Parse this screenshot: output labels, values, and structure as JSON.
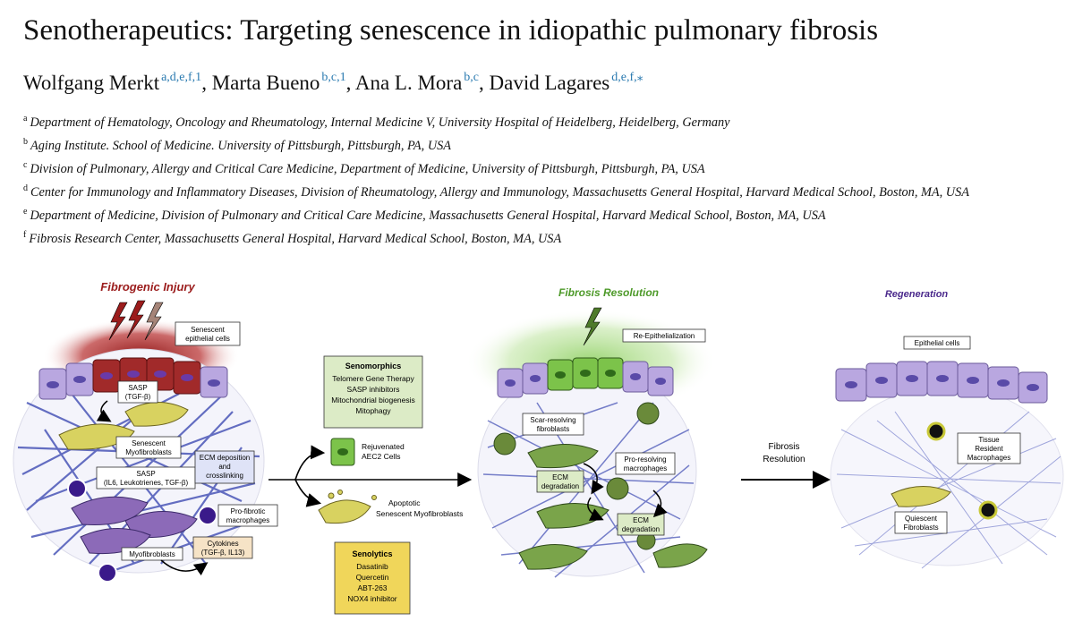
{
  "paper": {
    "title": "Senotherapeutics: Targeting senescence in idiopathic pulmonary fibrosis",
    "authors": [
      {
        "name": "Wolfgang Merkt",
        "marks": "a,d,e,f,1"
      },
      {
        "name": "Marta Bueno",
        "marks": "b,c,1"
      },
      {
        "name": "Ana L. Mora",
        "marks": "b,c"
      },
      {
        "name": "David Lagares",
        "marks": "d,e,f,⁎"
      }
    ],
    "affiliations": [
      {
        "mark": "a",
        "text": "Department of Hematology, Oncology and Rheumatology, Internal Medicine V, University Hospital of Heidelberg, Heidelberg, Germany"
      },
      {
        "mark": "b",
        "text": "Aging Institute. School of Medicine. University of Pittsburgh, Pittsburgh, PA, USA"
      },
      {
        "mark": "c",
        "text": "Division of Pulmonary, Allergy and Critical Care Medicine, Department of Medicine, University of Pittsburgh, Pittsburgh, PA, USA"
      },
      {
        "mark": "d",
        "text": "Center for Immunology and Inflammatory Diseases, Division of Rheumatology, Allergy and Immunology, Massachusetts General Hospital, Harvard Medical School, Boston, MA, USA"
      },
      {
        "mark": "e",
        "text": "Department of Medicine, Division of Pulmonary and Critical Care Medicine, Massachusetts General Hospital, Harvard Medical School, Boston, MA, USA"
      },
      {
        "mark": "f",
        "text": "Fibrosis Research Center, Massachusetts General Hospital, Harvard Medical School, Boston, MA, USA"
      }
    ]
  },
  "figure": {
    "panel1": {
      "title": "Fibrogenic Injury",
      "senescent_epithelial": [
        "Senescent",
        "epithelial cells"
      ],
      "sasp_tgf": [
        "SASP",
        "(TGF-β)"
      ],
      "senescent_myofibroblasts": [
        "Senescent",
        "Myofibroblasts"
      ],
      "sasp_il6": [
        "SASP",
        "(IL6, Leukotrienes, TGF-β)"
      ],
      "ecm_deposition": [
        "ECM deposition",
        "and",
        "crosslinking"
      ],
      "profibrotic_macrophages": [
        "Pro-fibrotic",
        "macrophages"
      ],
      "cytokines": [
        "Cytokines",
        "(TGF-β, IL13)"
      ],
      "myofibroblasts": "Myofibroblasts"
    },
    "middle": {
      "senomorphics_title": "Senomorphics",
      "senomorphics_items": [
        "Telomere Gene Therapy",
        "SASP inhibitors",
        "Mitochondrial biogenesis",
        "Mitophagy"
      ],
      "rejuvenated": [
        "Rejuvenated",
        "AEC2 Cells"
      ],
      "apoptotic": [
        "Apoptotic",
        "Senescent Myofibroblasts"
      ],
      "senolytics_title": "Senolytics",
      "senolytics_items": [
        "Dasatinib",
        "Quercetin",
        "ABT-263",
        "NOX4 inhibitor"
      ]
    },
    "panel2": {
      "title": "Fibrosis Resolution",
      "re_epithelialization": "Re-Epithelialization",
      "scar_resolving": [
        "Scar-resolving",
        "fibroblasts"
      ],
      "pro_resolving": [
        "Pro-resolving",
        "macrophages"
      ],
      "ecm_degradation": [
        "ECM",
        "degradation"
      ]
    },
    "arrow_label": [
      "Fibrosis",
      "Resolution"
    ],
    "panel3": {
      "title": "Regeneration",
      "epithelial_cells": "Epithelial cells",
      "tissue_resident": [
        "Tissue",
        "Resident",
        "Macrophages"
      ],
      "quiescent": [
        "Quiescent",
        "Fibroblasts"
      ]
    },
    "colors": {
      "injury_red": "#9b1c1c",
      "resolution_green": "#4e9a2a",
      "regeneration_purple": "#4b2a8c",
      "epithelial_lavender": "#b9a7e0",
      "ecm_blue": "#4a56b8",
      "senomorphics_box": "#dcebc6",
      "senolytics_box": "#f0d65a"
    }
  }
}
